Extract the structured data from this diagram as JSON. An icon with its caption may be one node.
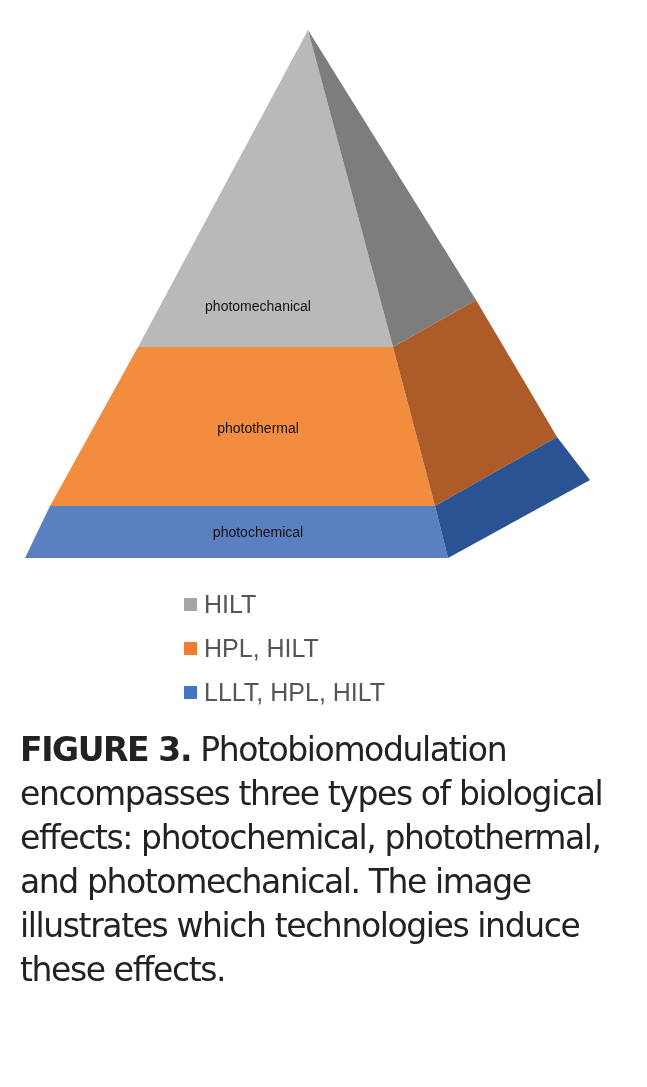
{
  "diagram": {
    "caption": "**FIGURE 3.** Photobiomodulation encompasses three types of biological effects: photochemical, photothermal, and photomechanical. The image illustrates which technologies induce these effects.",
    "nodes": [
      {
        "text": [
          "photomechanical"
        ]
      },
      {
        "text": [
          "photothermal"
        ]
      },
      {
        "text": [
          "photochemical"
        ]
      }
    ],
    "legend": [
      {
        "text": "HILT",
        "color": "#a6a6a6"
      },
      {
        "text": "HPL, HILT",
        "color": "#ed7d31"
      },
      {
        "text": "LLLT, HPL, HILT",
        "color": "#4472c4"
      }
    ]
  }
}
